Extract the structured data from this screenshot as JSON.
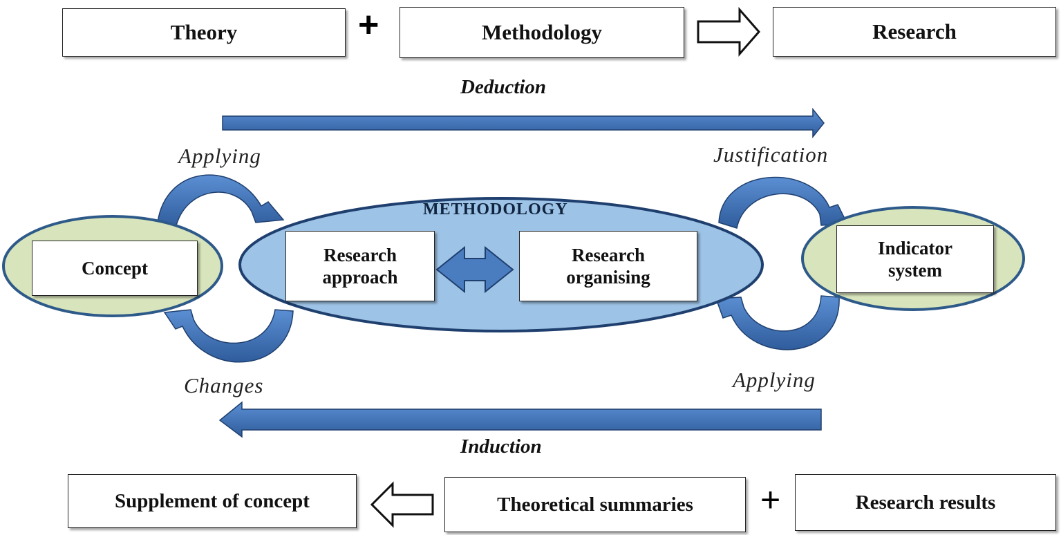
{
  "top_row": {
    "theory": "Theory",
    "plus": "+",
    "methodology": "Methodology",
    "research": "Research"
  },
  "deduction": "Deduction",
  "induction": "Induction",
  "left": {
    "applying": "Applying",
    "changes": "Changes",
    "concept": "Concept"
  },
  "right": {
    "justification": "Justification",
    "applying": "Applying",
    "indicator_line1": "Indicator",
    "indicator_line2": "system"
  },
  "center": {
    "title": "METHODOLOGY",
    "approach_line1": "Research",
    "approach_line2": "approach",
    "organising_line1": "Research",
    "organising_line2": "organising"
  },
  "bottom_row": {
    "supplement": "Supplement of concept",
    "summaries": "Theoretical summaries",
    "plus": "+",
    "results": "Research results"
  },
  "colors": {
    "arrow_blue": "#3c6db3",
    "ellipse_blue": "#9dc3e6",
    "ellipse_green": "#d8e4bc",
    "ellipse_border": "#2e5a8a"
  }
}
